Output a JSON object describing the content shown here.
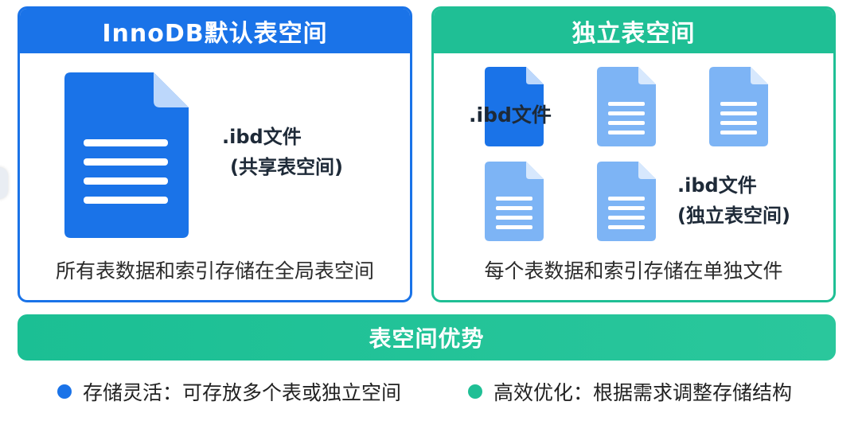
{
  "left_panel": {
    "title": "InnoDB默认表空间",
    "file_label_line1": ".ibd文件",
    "file_label_line2": "(共享表空间)",
    "caption": "所有表数据和索引存储在全局表空间",
    "accent_color": "#1a73e8"
  },
  "right_panel": {
    "title": "独立表空间",
    "file_label_top": ".ibd文件",
    "file_label_line1": ".ibd文件",
    "file_label_line2": "(独立表空间)",
    "caption": "每个表数据和索引存储在单独文件",
    "accent_color": "#1fbf95"
  },
  "advantages": {
    "title": "表空间优势",
    "items": [
      {
        "text": "存储灵活：可存放多个表或独立空间",
        "color": "#1a73e8"
      },
      {
        "text": "高效优化：根据需求调整存储结构",
        "color": "#1fbf95"
      }
    ]
  },
  "icons": {
    "large_file": "document-icon",
    "small_file": "document-icon"
  }
}
